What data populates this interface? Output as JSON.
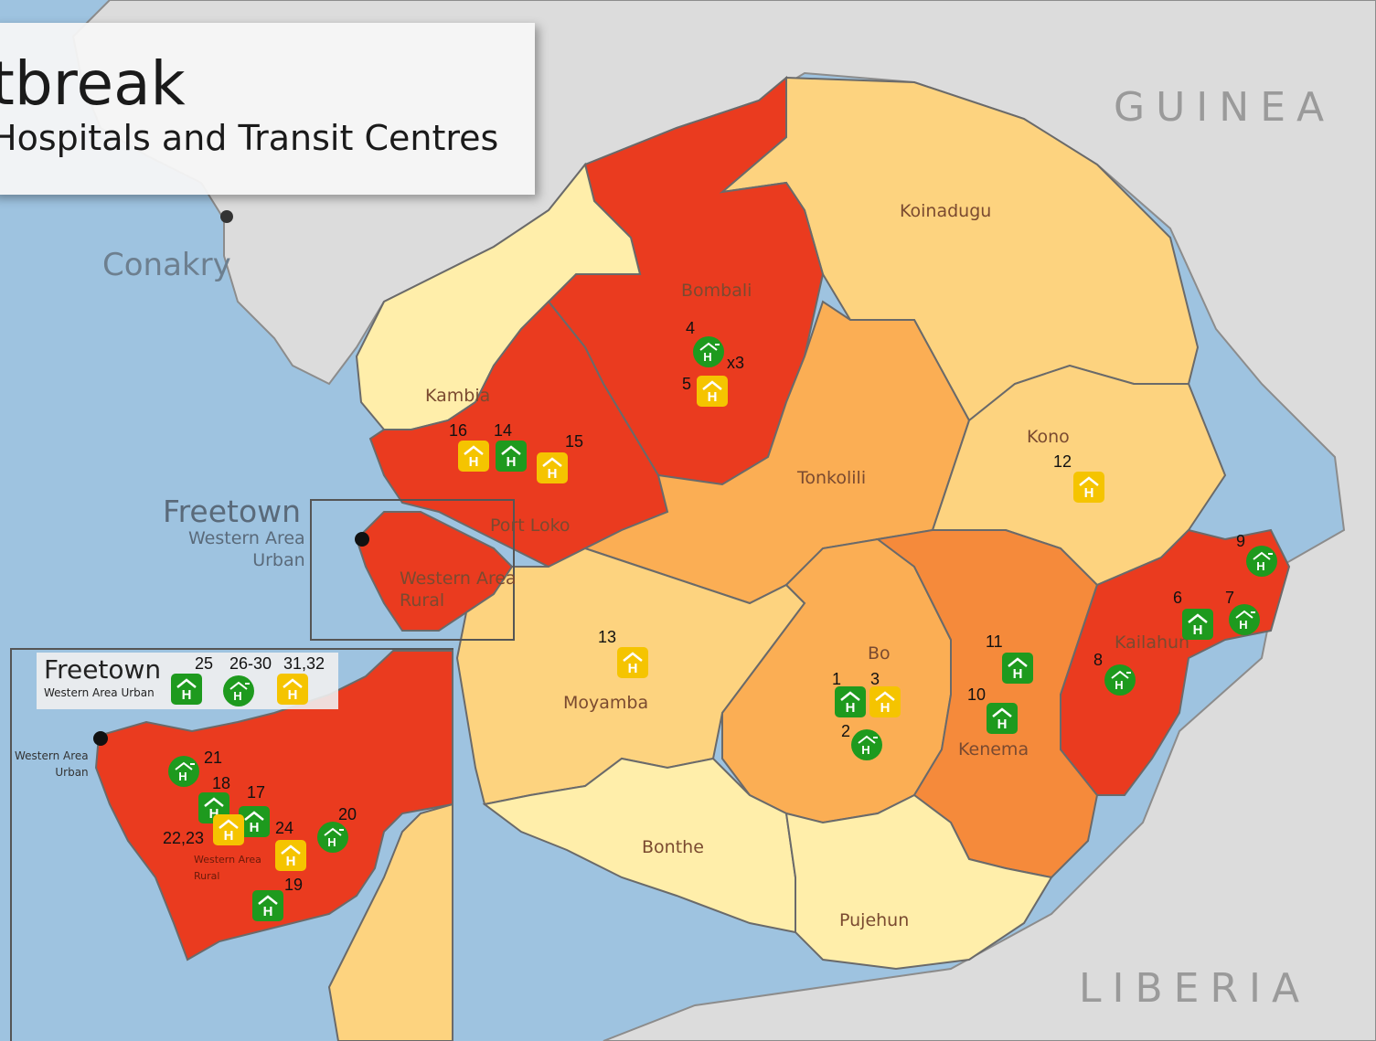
{
  "title": {
    "main": "tbreak",
    "subtitle": "Hospitals and Transit Centres"
  },
  "countries": {
    "guinea": "GUINEA",
    "liberia": "LIBERIA"
  },
  "cities": {
    "conakry": "Conakry",
    "freetown": "Freetown",
    "freetown_area": "Western Area\nUrban"
  },
  "districts": {
    "koinadugu": "Koinadugu",
    "bombali": "Bombali",
    "kambia": "Kambia",
    "port_loko": "Port Loko",
    "tonkolili": "Tonkolili",
    "kono": "Kono",
    "western_area_rural": "Western Area\nRural",
    "moyamba": "Moyamba",
    "bo": "Bo",
    "kenema": "Kenema",
    "kailahun": "Kailahun",
    "bonthe": "Bonthe",
    "pujehun": "Pujehun"
  },
  "inset": {
    "title": "Freetown",
    "subtitle": "Western Area Urban",
    "urban_label": "Western Area\nUrban",
    "rural_label": "Western Area\nRural",
    "legend_numbers": [
      "25",
      "26-30",
      "31,32"
    ]
  },
  "multiplier": "x3",
  "facilities": [
    {
      "n": "1",
      "kind": "hospital-green"
    },
    {
      "n": "2",
      "kind": "clinic-green"
    },
    {
      "n": "3",
      "kind": "transit-yellow"
    },
    {
      "n": "4",
      "kind": "clinic-green"
    },
    {
      "n": "5",
      "kind": "transit-yellow"
    },
    {
      "n": "6",
      "kind": "hospital-green"
    },
    {
      "n": "7",
      "kind": "clinic-green"
    },
    {
      "n": "8",
      "kind": "clinic-green"
    },
    {
      "n": "9",
      "kind": "clinic-green"
    },
    {
      "n": "10",
      "kind": "hospital-green"
    },
    {
      "n": "11",
      "kind": "hospital-green"
    },
    {
      "n": "12",
      "kind": "transit-yellow"
    },
    {
      "n": "13",
      "kind": "transit-yellow"
    },
    {
      "n": "14",
      "kind": "hospital-green"
    },
    {
      "n": "15",
      "kind": "transit-yellow"
    },
    {
      "n": "16",
      "kind": "transit-yellow"
    },
    {
      "n": "17",
      "kind": "hospital-green"
    },
    {
      "n": "18",
      "kind": "hospital-green"
    },
    {
      "n": "19",
      "kind": "hospital-green"
    },
    {
      "n": "20",
      "kind": "clinic-green"
    },
    {
      "n": "21",
      "kind": "clinic-green"
    },
    {
      "n": "22,23",
      "kind": "transit-yellow"
    },
    {
      "n": "24",
      "kind": "transit-yellow"
    }
  ],
  "colors": {
    "sea": "#9ec3e0",
    "land": "#dcdcdc",
    "border": "#5b5b5b",
    "red": "#ea3b1f",
    "dark_orange": "#f58a3b",
    "orange": "#fbae54",
    "light_orange": "#fdd37f",
    "pale": "#ffeeaa",
    "icon_green": "#1e9a1e",
    "icon_yellow": "#f5c400"
  }
}
